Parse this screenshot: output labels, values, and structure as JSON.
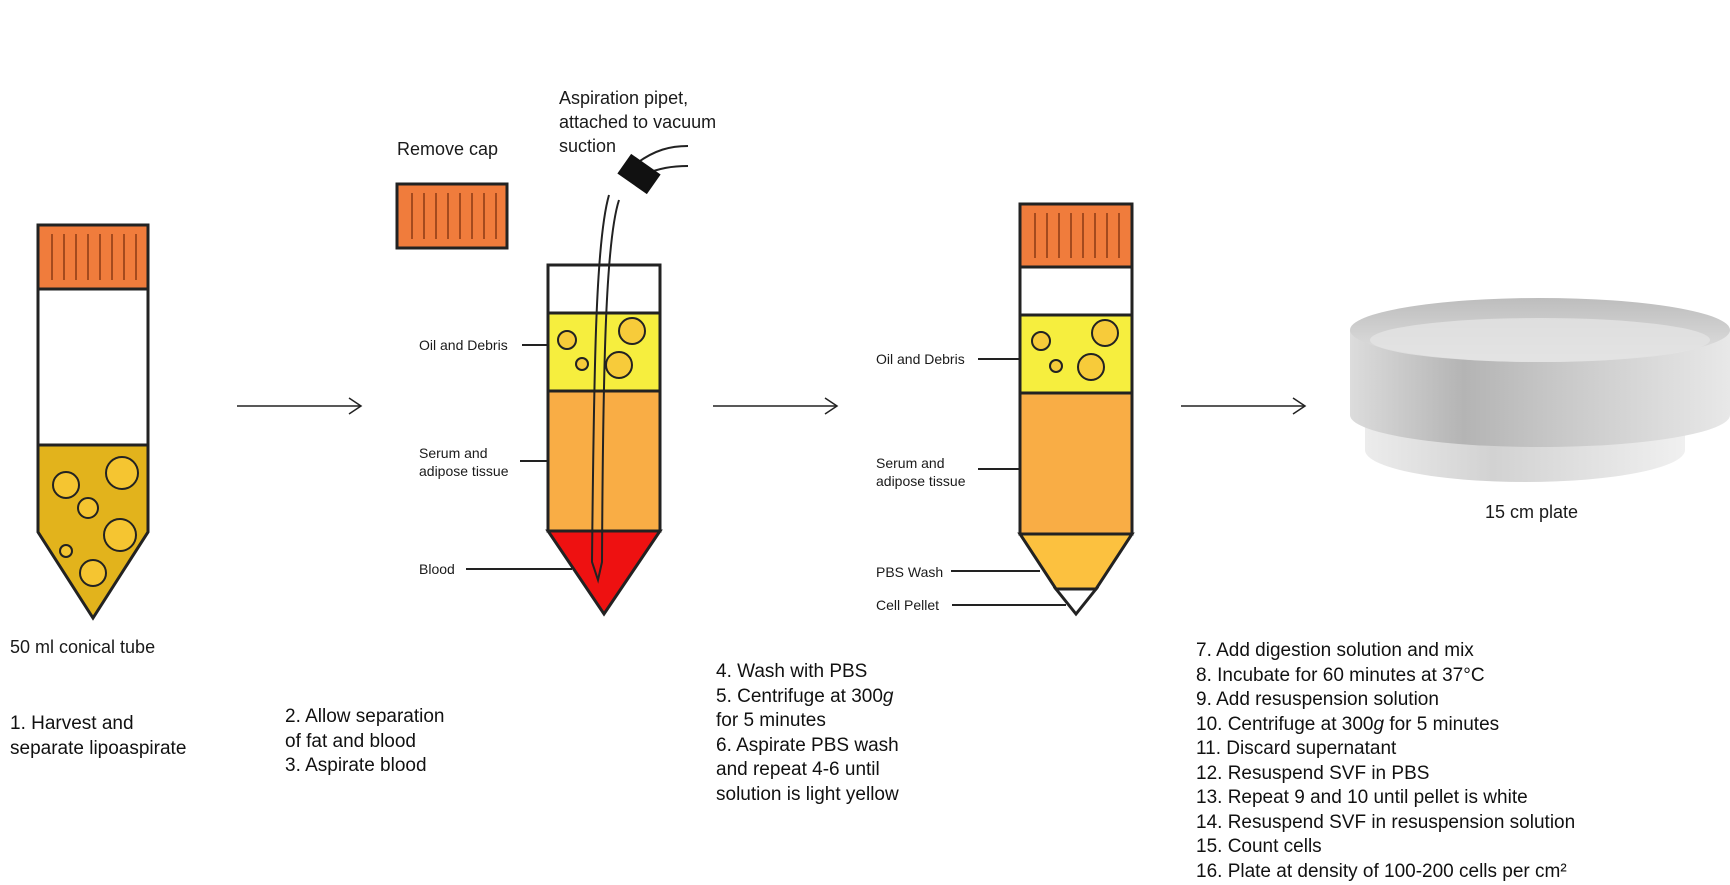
{
  "colors": {
    "cap": "#f07c3c",
    "lipoaspirate": "#e2b31c",
    "oil": "#f6ee3e",
    "serum": "#f9ad45",
    "blood": "#ee1111",
    "pbs_wash": "#fcc13f",
    "outline": "#222222"
  },
  "icons": [
    "conical-tube-icon",
    "cap-icon",
    "arrow-right-icon",
    "aspiration-pipet-icon",
    "culture-plate-icon"
  ],
  "tube1": {
    "caption": "50 ml conical tube",
    "steps": [
      "1. Harvest and",
      "separate lipoaspirate"
    ]
  },
  "tube2": {
    "remove_cap_label": "Remove cap",
    "pipet_label": [
      "Aspiration pipet,",
      "attached to vacuum",
      "suction"
    ],
    "oil_label": "Oil and Debris",
    "serum_label": [
      "Serum and",
      "adipose tissue"
    ],
    "blood_label": "Blood",
    "steps": [
      "2. Allow separation",
      "of fat and blood",
      "3. Aspirate blood"
    ]
  },
  "tube3": {
    "oil_label": "Oil and Debris",
    "serum_label": [
      "Serum and",
      "adipose tissue"
    ],
    "pbs_label": "PBS Wash",
    "pellet_label": "Cell Pellet",
    "steps": [
      {
        "pre": "4. Wash with PBS",
        "italic": "",
        "post": ""
      },
      {
        "pre": "5. Centrifuge at 300",
        "italic": "g",
        "post": ""
      },
      {
        "pre": "for 5 minutes",
        "italic": "",
        "post": ""
      },
      {
        "pre": "6. Aspirate PBS wash",
        "italic": "",
        "post": ""
      },
      {
        "pre": "and repeat 4-6 until",
        "italic": "",
        "post": ""
      },
      {
        "pre": "solution is light yellow",
        "italic": "",
        "post": ""
      }
    ]
  },
  "plate": {
    "caption": "15 cm plate",
    "steps": [
      {
        "pre": "7. Add digestion solution and mix",
        "italic": "",
        "post": ""
      },
      {
        "pre": "8. Incubate for 60 minutes at 37°C",
        "italic": "",
        "post": ""
      },
      {
        "pre": "9. Add resuspension solution",
        "italic": "",
        "post": ""
      },
      {
        "pre": "10. Centrifuge at 300",
        "italic": "g",
        "post": " for 5 minutes"
      },
      {
        "pre": "11. Discard supernatant",
        "italic": "",
        "post": ""
      },
      {
        "pre": "12. Resuspend SVF in PBS",
        "italic": "",
        "post": ""
      },
      {
        "pre": "13. Repeat 9 and 10 until pellet is white",
        "italic": "",
        "post": ""
      },
      {
        "pre": "14. Resuspend SVF in resuspension solution",
        "italic": "",
        "post": ""
      },
      {
        "pre": "15. Count cells",
        "italic": "",
        "post": ""
      },
      {
        "pre": "16. Plate at density of 100-200 cells per cm²",
        "italic": "",
        "post": ""
      }
    ]
  }
}
